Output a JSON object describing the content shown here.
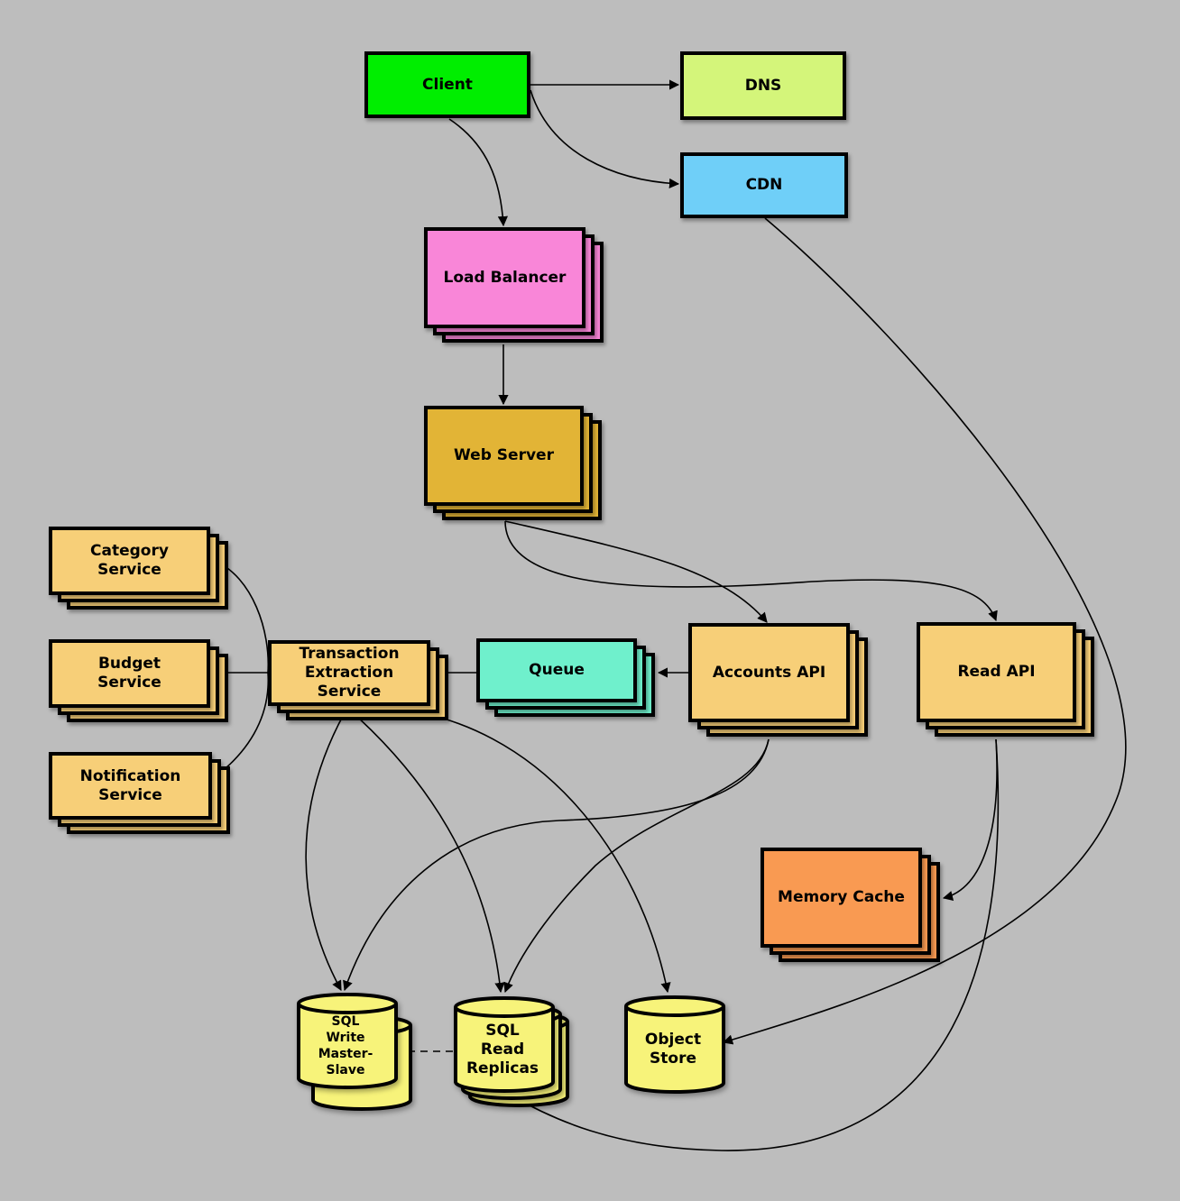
{
  "nodes": {
    "client": {
      "label": "Client",
      "color": "#00ee00"
    },
    "dns": {
      "label": "DNS",
      "color": "#d4f57a"
    },
    "cdn": {
      "label": "CDN",
      "color": "#6fcff8"
    },
    "load_balancer": {
      "label": "Load Balancer",
      "color": "#f986d8"
    },
    "web_server": {
      "label": "Web Server",
      "color": "#e2b436"
    },
    "category_service": {
      "label": "Category\nService",
      "color": "#f7cf78"
    },
    "budget_service": {
      "label": "Budget\nService",
      "color": "#f7cf78"
    },
    "notification_service": {
      "label": "Notification\nService",
      "color": "#f7cf78"
    },
    "transaction_extraction_service": {
      "label": "Transaction\nExtraction\nService",
      "color": "#f7cf78"
    },
    "queue": {
      "label": "Queue",
      "color": "#6ff0cc"
    },
    "accounts_api": {
      "label": "Accounts API",
      "color": "#f7cf78"
    },
    "read_api": {
      "label": "Read API",
      "color": "#f7cf78"
    },
    "memory_cache": {
      "label": "Memory Cache",
      "color": "#f99a52"
    },
    "sql_write": {
      "label": "SQL\nWrite\nMaster-\nSlave",
      "color": "#f7f37a"
    },
    "sql_read": {
      "label": "SQL\nRead\nReplicas",
      "color": "#f7f37a"
    },
    "object_store": {
      "label": "Object\nStore",
      "color": "#f7f37a"
    }
  }
}
